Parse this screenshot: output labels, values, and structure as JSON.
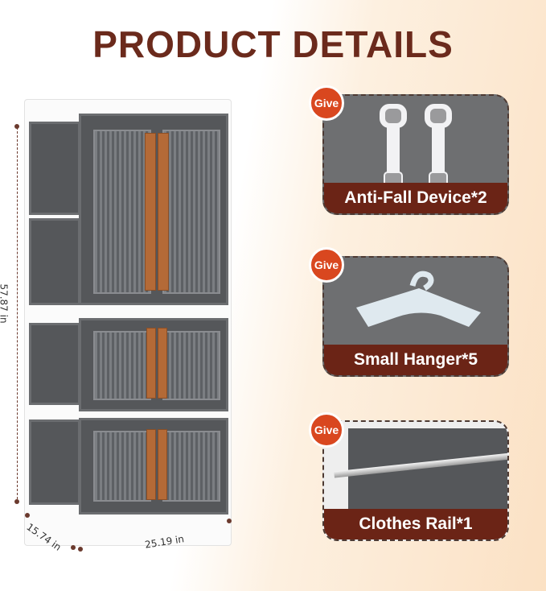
{
  "title": "PRODUCT DETAILS",
  "dimensions": {
    "height": "57.87 in",
    "depth": "15.74 in",
    "width": "25.19 in"
  },
  "accessories": [
    {
      "badge": "Give",
      "label": "Anti-Fall Device*2"
    },
    {
      "badge": "Give",
      "label": "Small Hanger*5"
    },
    {
      "badge": "Give",
      "label": "Clothes Rail*1"
    }
  ],
  "colors": {
    "title": "#6b2a1c",
    "label_band": "#6b2416",
    "badge": "#d9471f",
    "handle": "#b46a37"
  }
}
